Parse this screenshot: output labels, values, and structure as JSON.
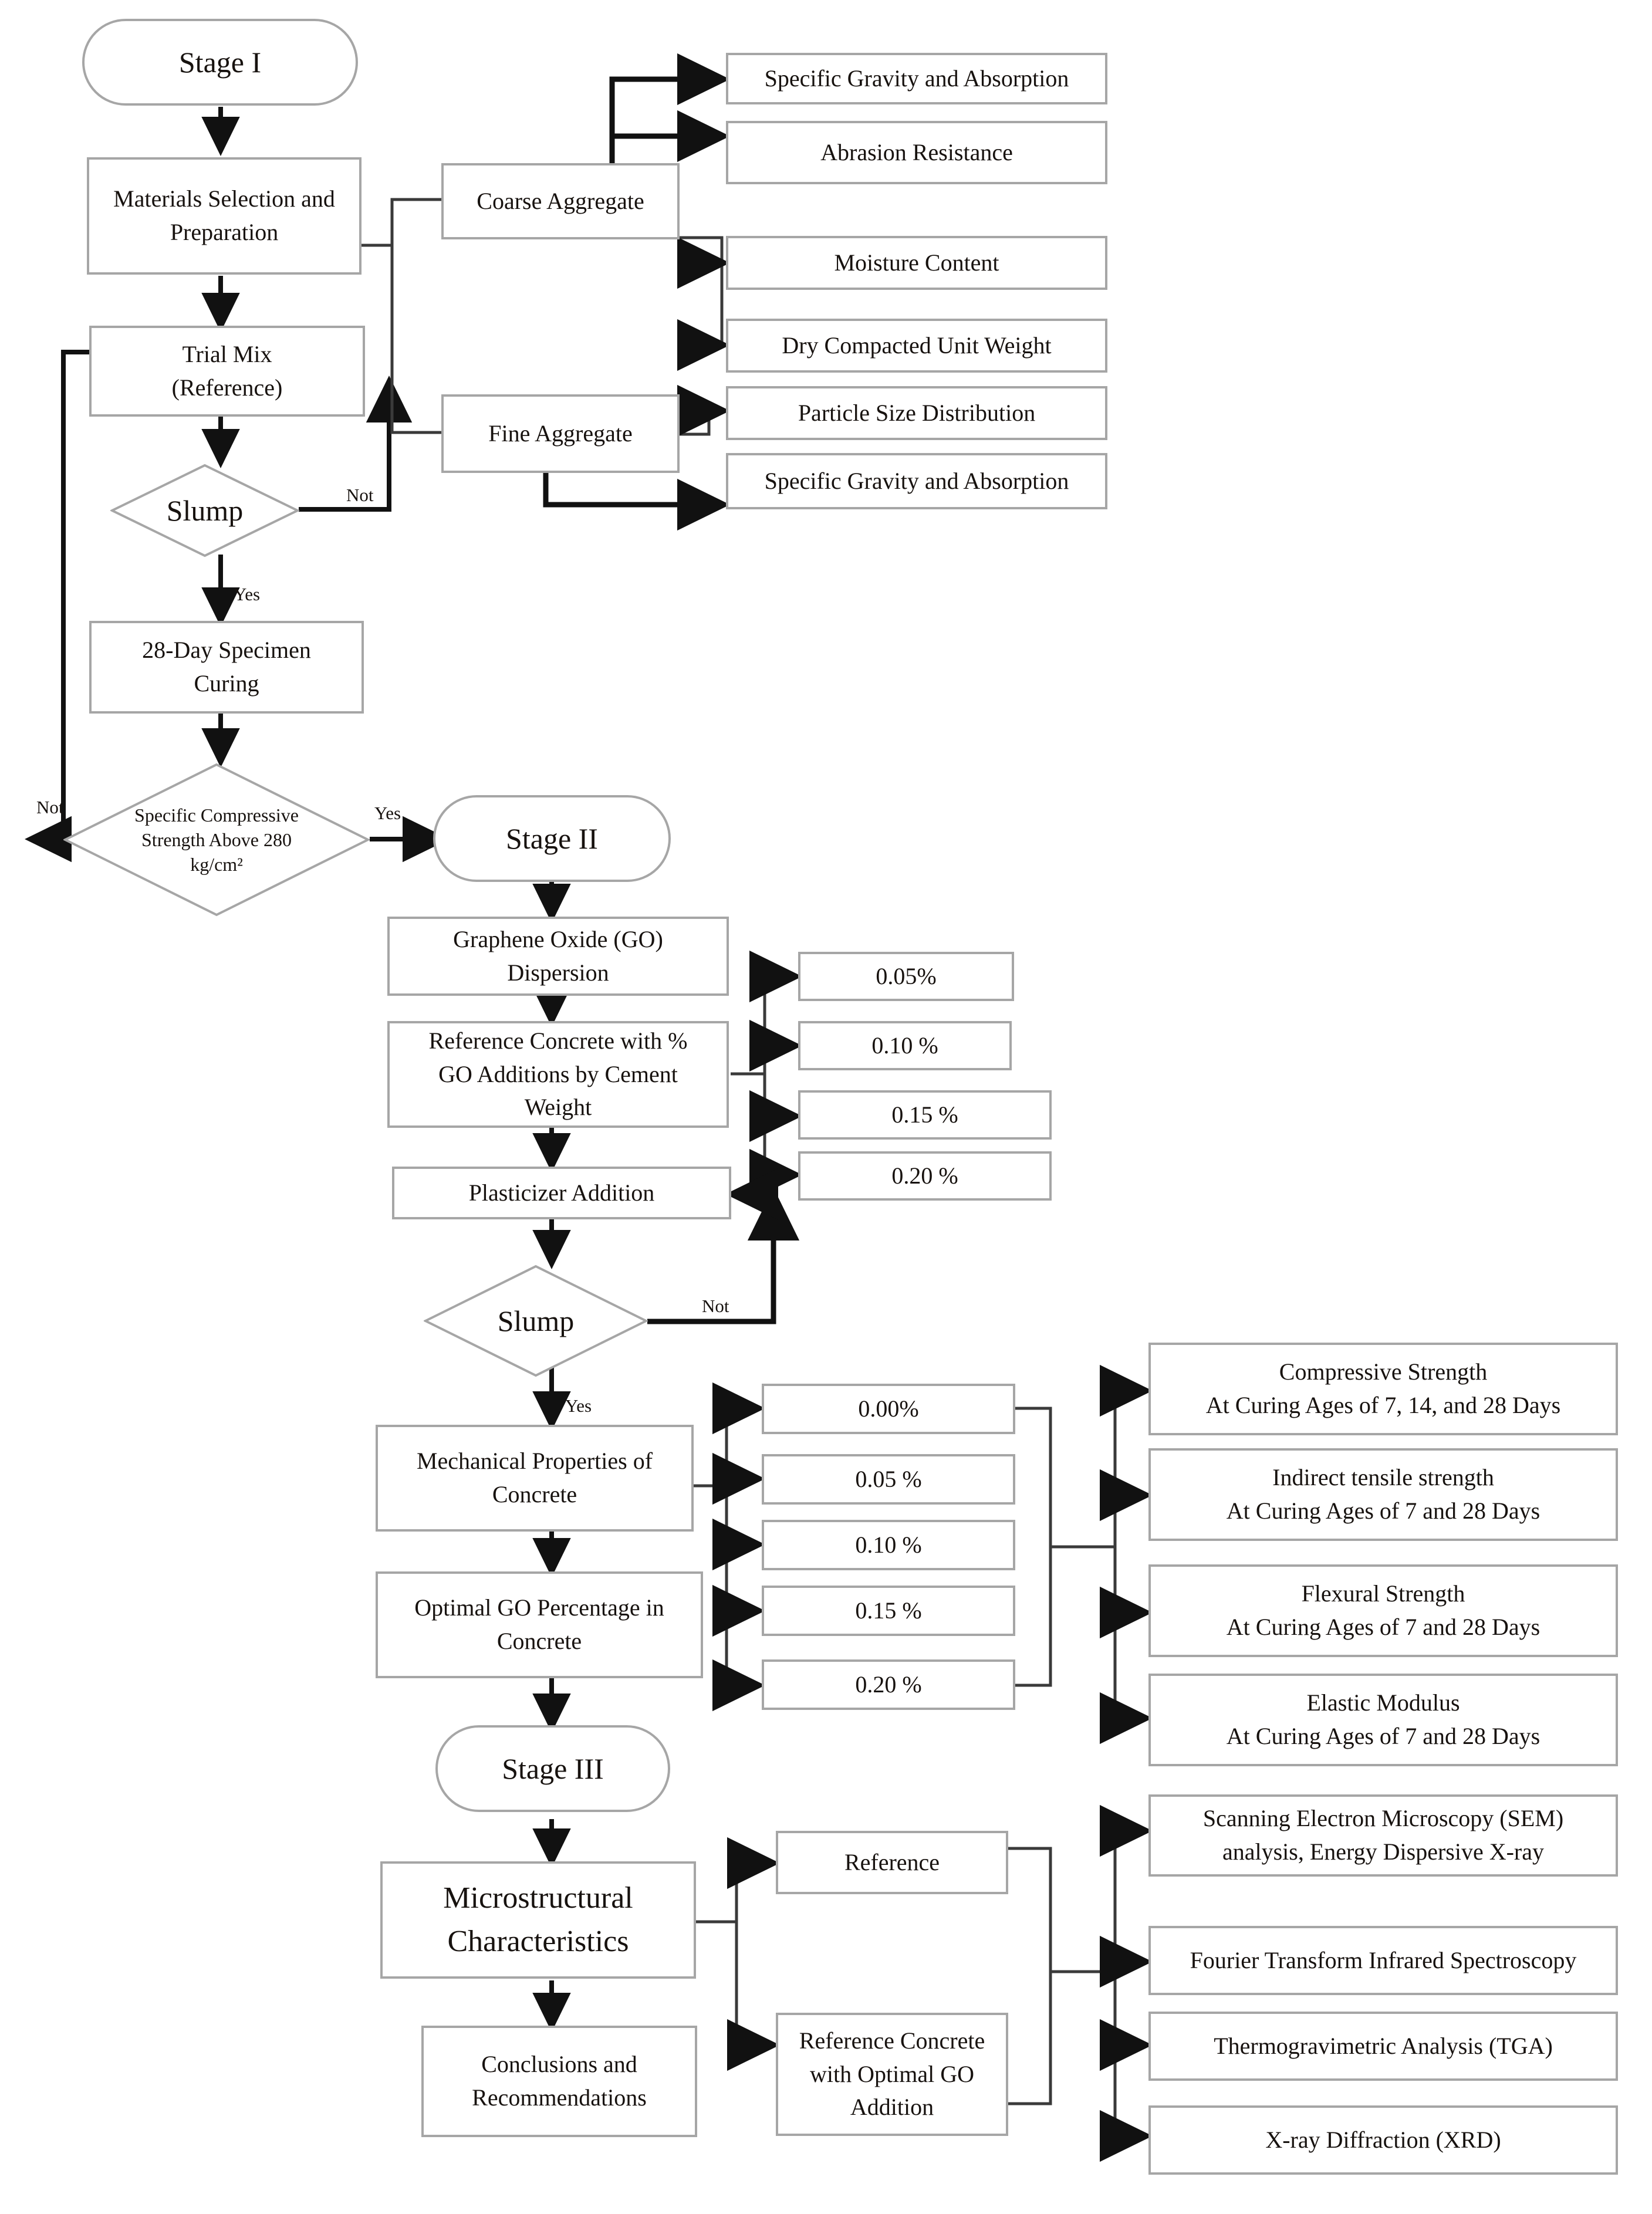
{
  "diagram": {
    "title": "Experimental Research Methodology Flowchart",
    "colors": {
      "box_border": "#a6a6a6",
      "connector": "#111111",
      "thin_connector": "#3a3a3a",
      "text": "#17120f",
      "background": "#ffffff"
    }
  },
  "stage1": {
    "terminator": "Stage I",
    "materials": "Materials Selection and\nPreparation",
    "materials_line1": "Materials Selection and",
    "materials_line2": "Preparation",
    "trial_mix_line1": "Trial Mix",
    "trial_mix_line2": "(Reference)",
    "coarse_aggregate": "Coarse Aggregate",
    "fine_aggregate": "Fine Aggregate",
    "slump": "Slump",
    "slump_not": "Not",
    "slump_yes": "Yes",
    "curing_line1": "28-Day Specimen",
    "curing_line2": "Curing",
    "strength_check_line1": "Specific Compressive",
    "strength_check_line2": "Strength Above 280",
    "strength_check_line3": "kg/cm²",
    "strength_not": "Not",
    "strength_yes": "Yes",
    "coarse_tests": [
      "Specific Gravity and Absorption",
      "Abrasion Resistance",
      "Moisture Content"
    ],
    "fine_tests": [
      "Dry Compacted Unit Weight",
      "Particle Size Distribution",
      "Specific Gravity and Absorption"
    ]
  },
  "stage2": {
    "terminator": "Stage II",
    "go_dispersion_line1": "Graphene Oxide (GO)",
    "go_dispersion_line2": "Dispersion",
    "reference_concrete_line1": "Reference Concrete with %",
    "reference_concrete_line2": "GO Additions by Cement",
    "reference_concrete_line3": "Weight",
    "plasticizer": "Plasticizer Addition",
    "slump": "Slump",
    "slump_not": "Not",
    "slump_yes": "Yes",
    "go_percentages": [
      "0.05%",
      "0.10 %",
      "0.15 %",
      "0.20 %"
    ],
    "mechanical_props_line1": "Mechanical Properties of",
    "mechanical_props_line2": "Concrete",
    "optimal_go_line1": "Optimal GO Percentage in",
    "optimal_go_line2": "Concrete",
    "mix_percentages": [
      "0.00%",
      "0.05 %",
      "0.10 %",
      "0.15 %",
      "0.20 %"
    ],
    "mechanical_tests": [
      {
        "name": "Compressive Strength",
        "ages": "At Curing Ages of 7, 14, and 28 Days"
      },
      {
        "name": "Indirect tensile strength",
        "ages": "At Curing Ages of 7 and 28 Days"
      },
      {
        "name": "Flexural Strength",
        "ages": "At Curing Ages of 7 and 28 Days"
      },
      {
        "name": "Elastic Modulus",
        "ages": "At Curing Ages of 7 and 28 Days"
      }
    ]
  },
  "stage3": {
    "terminator": "Stage III",
    "microstructural_line1": "Microstructural",
    "microstructural_line2": "Characteristics",
    "conclusions_line1": "Conclusions and",
    "conclusions_line2": "Recommendations",
    "specimens": [
      {
        "line1": "Reference",
        "line2": "",
        "line3": ""
      },
      {
        "line1": "Reference Concrete",
        "line2": "with Optimal GO",
        "line3": "Addition"
      }
    ],
    "micro_tests": [
      {
        "line1": "Scanning Electron Microscopy (SEM)",
        "line2": "analysis, Energy Dispersive X-ray"
      },
      {
        "line1": "Fourier Transform Infrared Spectroscopy",
        "line2": ""
      },
      {
        "line1": "Thermogravimetric Analysis (TGA)",
        "line2": ""
      },
      {
        "line1": "X-ray Diffraction (XRD)",
        "line2": ""
      }
    ]
  }
}
